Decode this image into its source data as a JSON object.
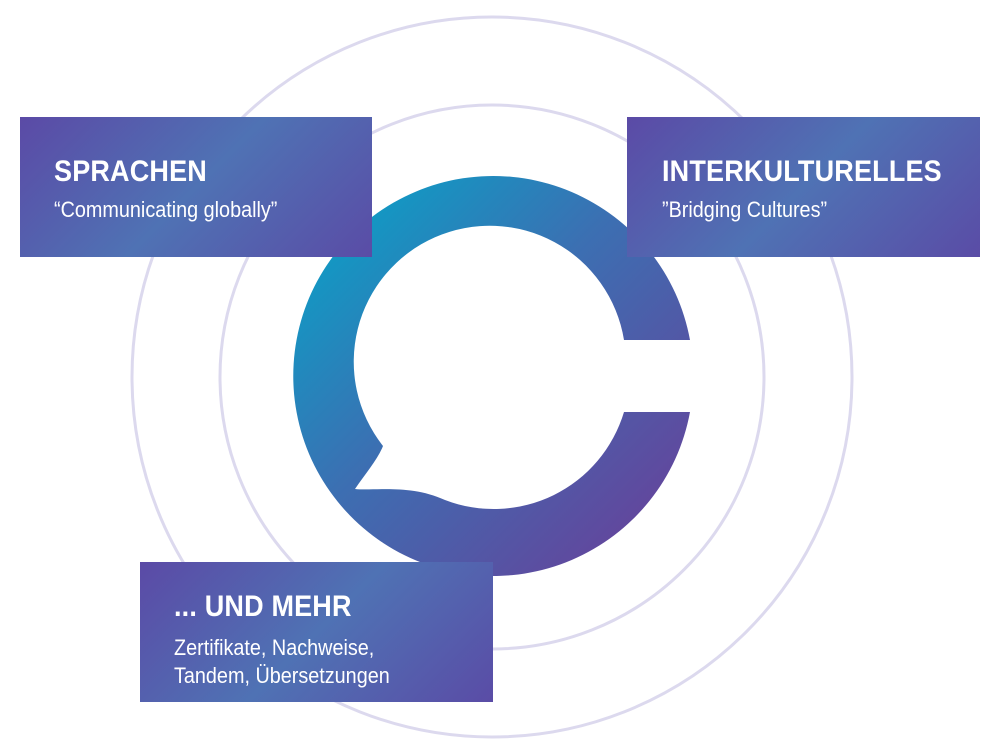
{
  "boxes": {
    "sprachen": {
      "title": "SPRACHEN",
      "subtitle": "“Communicating globally”"
    },
    "interkulturelles": {
      "title": "INTERKULTURELLES",
      "subtitle": "”Bridging Cultures”"
    },
    "mehr": {
      "title": "... UND MEHR",
      "lines": [
        "Zertifikate, Nachweise,",
        "Tandem, Übersetzungen"
      ]
    }
  },
  "colors": {
    "ring_outline": "#dcd9ee",
    "logo_start": "#00aacb",
    "logo_end": "#6d3b97",
    "box_dark": "#5b4aa6",
    "box_light": "#4f72b4"
  }
}
